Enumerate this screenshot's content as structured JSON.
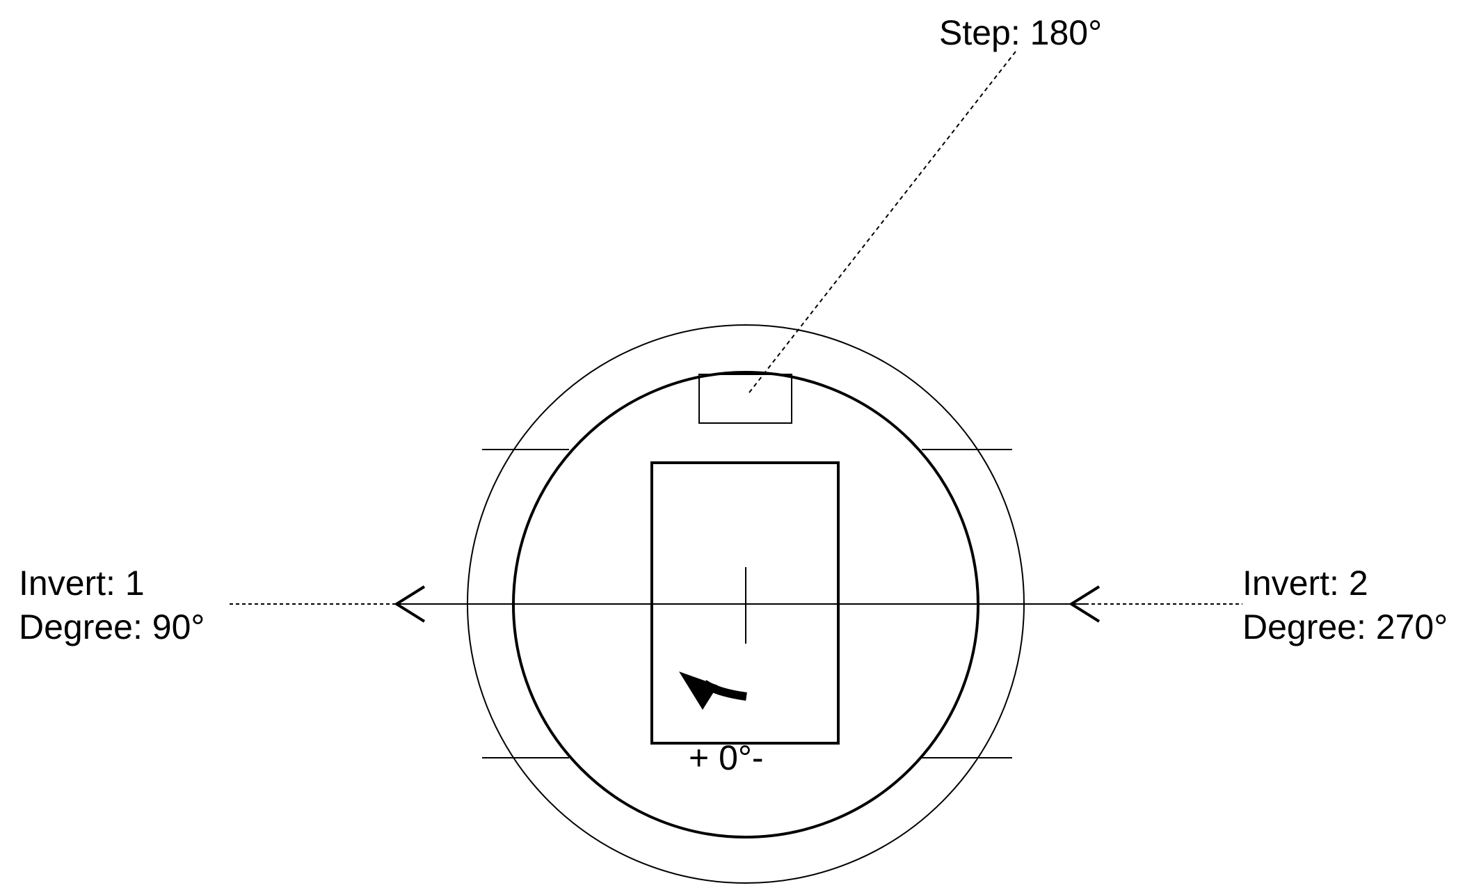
{
  "step_label": "Step: 180°",
  "left_arrow": {
    "invert": "Invert: 1",
    "degree": "Degree: 90°"
  },
  "right_arrow": {
    "invert": "Invert: 2",
    "degree": "Degree: 270°"
  },
  "rotation_label": "+ 0°-",
  "colors": {
    "stroke": "#000000",
    "background": "#ffffff"
  }
}
